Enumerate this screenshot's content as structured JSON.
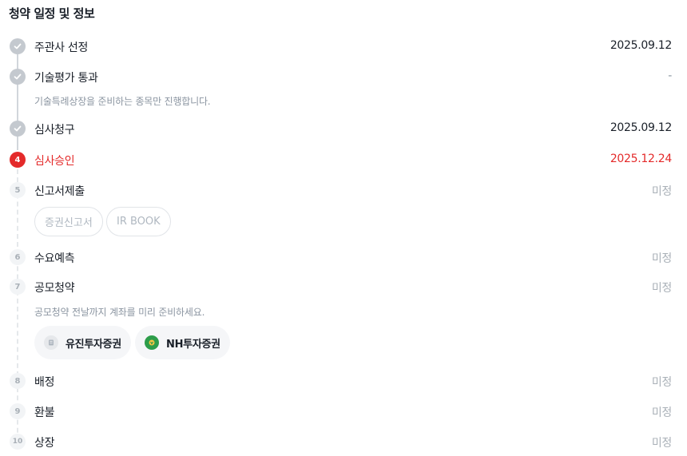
{
  "section_title": "청약 일정 및 정보",
  "steps": [
    {
      "num": "",
      "name": "주관사 선정",
      "date": "2025.09.12",
      "state": "done"
    },
    {
      "num": "",
      "name": "기술평가 통과",
      "date": "-",
      "state": "done",
      "note": "기술특례상장을 준비하는 종목만 진행합니다."
    },
    {
      "num": "",
      "name": "심사청구",
      "date": "2025.09.12",
      "state": "done"
    },
    {
      "num": "4",
      "name": "심사승인",
      "date": "2025.12.24",
      "state": "current"
    },
    {
      "num": "5",
      "name": "신고서제출",
      "date": "미정",
      "state": "pending",
      "chips": [
        "증권신고서",
        "IR BOOK"
      ]
    },
    {
      "num": "6",
      "name": "수요예측",
      "date": "미정",
      "state": "pending"
    },
    {
      "num": "7",
      "name": "공모청약",
      "date": "미정",
      "state": "pending",
      "note": "공모청약 전날까지 계좌를 미리 준비하세요.",
      "brokers": [
        "유진투자증권",
        "NH투자증권"
      ]
    },
    {
      "num": "8",
      "name": "배정",
      "date": "미정",
      "state": "pending"
    },
    {
      "num": "9",
      "name": "환불",
      "date": "미정",
      "state": "pending"
    },
    {
      "num": "10",
      "name": "상장",
      "date": "미정",
      "state": "pending"
    }
  ],
  "colors": {
    "accent": "#e42a2a",
    "done_marker": "#c4c9cf",
    "text": "#191f28",
    "muted": "#a9b0b7",
    "nh_green": "#2d9d4a"
  },
  "icons": {
    "done": "check-icon",
    "yujin": "yujin-logo-icon",
    "nh": "nh-logo-icon"
  }
}
